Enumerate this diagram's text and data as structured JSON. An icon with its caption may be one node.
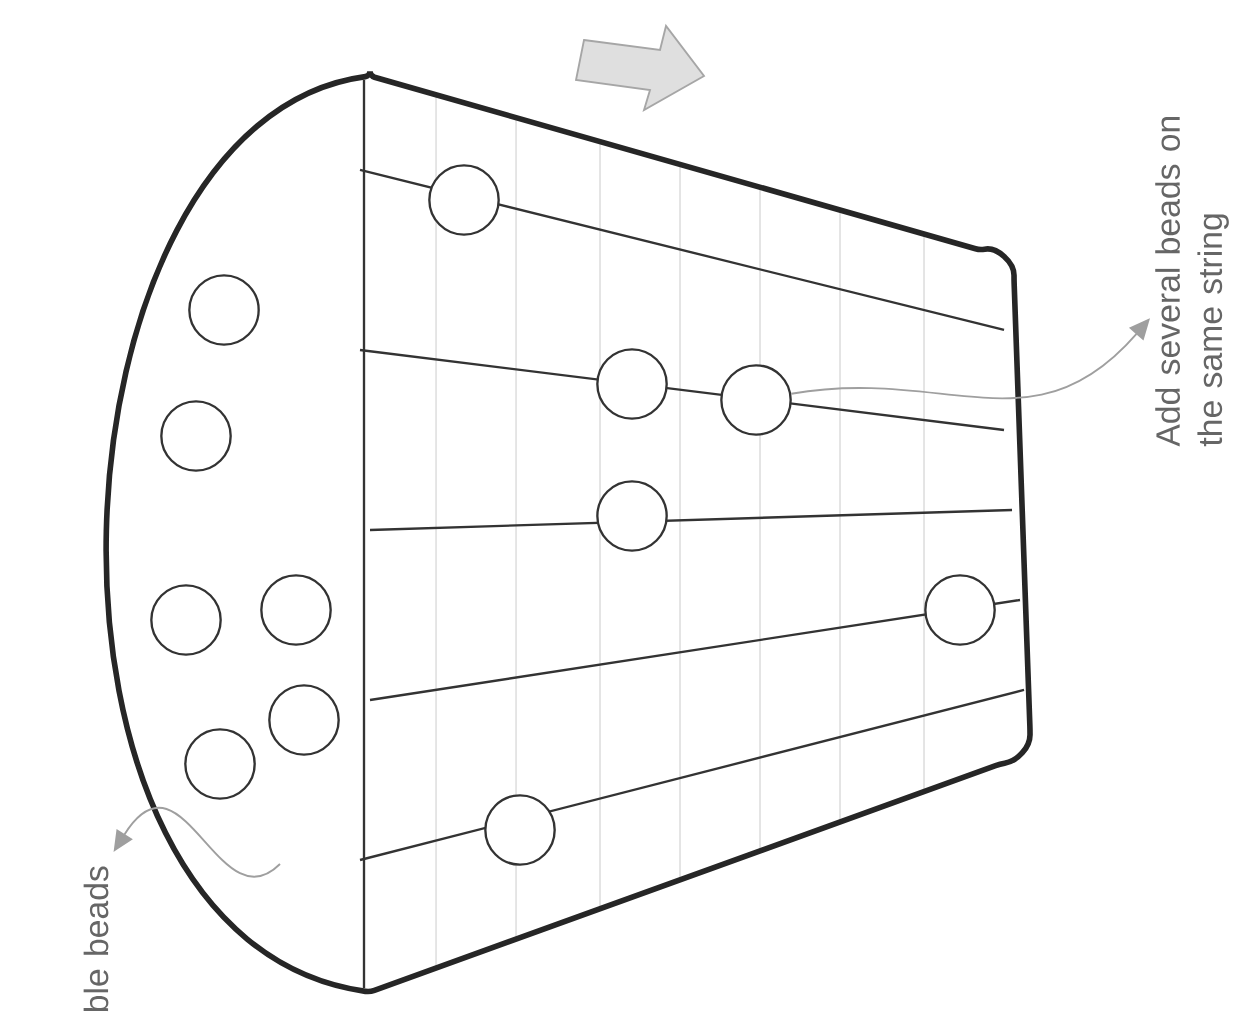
{
  "diagram": {
    "nodes": [
      {
        "text": [
          "Add several beads on the same string"
        ]
      },
      {
        "text": [
          "ble beads"
        ]
      },
      {
        "text": [],
        "shape": "circle"
      }
    ],
    "edges": [
      {
        "from": 2,
        "to": 0,
        "arrow": "to"
      },
      {
        "from": null,
        "to": 1,
        "arrow": "to"
      }
    ]
  }
}
